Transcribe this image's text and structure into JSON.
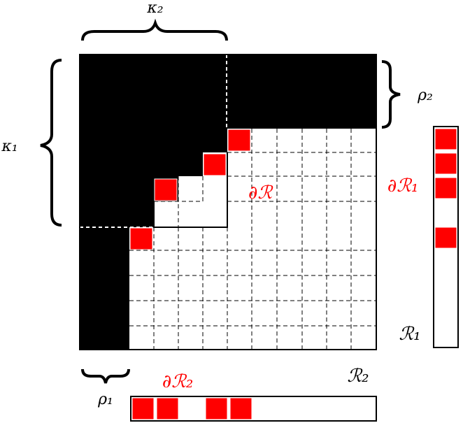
{
  "labels": {
    "kappa_2": "κ₂",
    "kappa_1": "κ₁",
    "rho_2": "ρ₂",
    "rho_1": "ρ₁",
    "boundary_R": "∂ℛ",
    "boundary_R1": "∂ℛ₁",
    "boundary_R2": "∂ℛ₂",
    "R1": "ℛ₁",
    "R2": "ℛ₂"
  },
  "colors": {
    "black_region": "#000000",
    "boundary_cell": "#ff0000",
    "grid_line": "#000000",
    "highlight_text": "#ff0000"
  }
}
